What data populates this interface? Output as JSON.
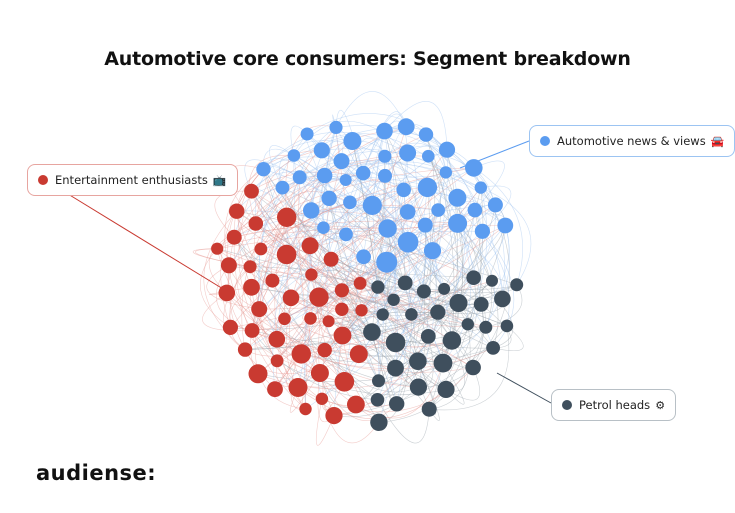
{
  "title": "Automotive core consumers: Segment breakdown",
  "segments": [
    {
      "name": "Automotive news & views",
      "emoji": "🚘",
      "color": "#5b9cf0",
      "edge_color": "#9fc3f0",
      "border": "#9cc4f2"
    },
    {
      "name": "Entertainment enthusiasts",
      "emoji": "📺",
      "color": "#c93a31",
      "edge_color": "#e79a94",
      "border": "#e7a5a0"
    },
    {
      "name": "Petrol heads",
      "emoji": "⚙",
      "color": "#3f4f5d",
      "edge_color": "#9aa4ab",
      "border": "#b8c0c6"
    }
  ],
  "brand": {
    "logo_text": "audiense:"
  }
}
